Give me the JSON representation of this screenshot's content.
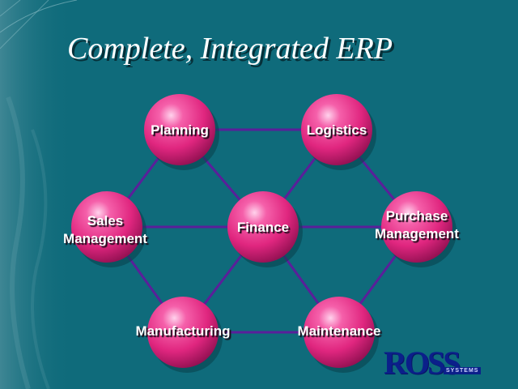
{
  "slide": {
    "title": "Complete, Integrated ERP"
  },
  "diagram": {
    "nodes": [
      {
        "id": "planning",
        "lines": [
          "Planning"
        ]
      },
      {
        "id": "logistics",
        "lines": [
          "Logistics"
        ]
      },
      {
        "id": "sales",
        "lines": [
          "Sales",
          "Management"
        ]
      },
      {
        "id": "finance",
        "lines": [
          "Finance"
        ]
      },
      {
        "id": "purchase",
        "lines": [
          "Purchase",
          "Management"
        ]
      },
      {
        "id": "manufacturing",
        "lines": [
          "Manufacturing"
        ]
      },
      {
        "id": "maintenance",
        "lines": [
          "Maintenance"
        ]
      }
    ],
    "edges": [
      [
        "planning",
        "logistics"
      ],
      [
        "logistics",
        "purchase"
      ],
      [
        "purchase",
        "maintenance"
      ],
      [
        "maintenance",
        "manufacturing"
      ],
      [
        "manufacturing",
        "sales"
      ],
      [
        "sales",
        "planning"
      ],
      [
        "finance",
        "planning"
      ],
      [
        "finance",
        "logistics"
      ],
      [
        "finance",
        "sales"
      ],
      [
        "finance",
        "purchase"
      ],
      [
        "finance",
        "manufacturing"
      ],
      [
        "finance",
        "maintenance"
      ]
    ]
  },
  "logo": {
    "word": "ROSS",
    "tag": "SYSTEMS"
  },
  "colors": {
    "background": "#0f6b7b",
    "sphere": "#e8308a",
    "connector": "#5a1f9a",
    "logo": "#0b1f8a"
  }
}
